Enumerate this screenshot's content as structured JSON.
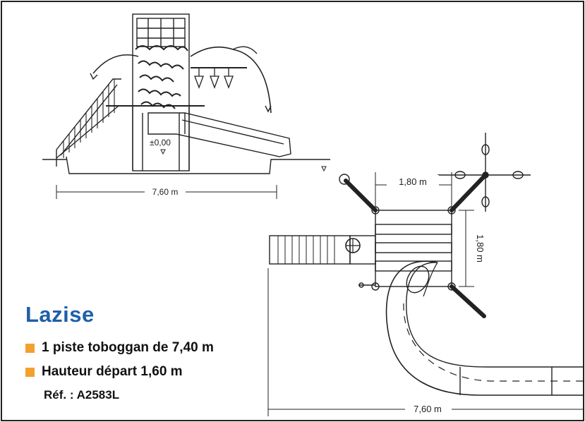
{
  "colors": {
    "bullet": "#f2a12e",
    "title": "#1f5fa8",
    "line": "#222222"
  },
  "product": {
    "name": "Lazise",
    "features": [
      "1 piste toboggan de 7,40 m",
      "Hauteur départ 1,60 m"
    ],
    "reference": "Réf. : A2583L"
  },
  "side_view": {
    "level_label": "±0,00",
    "width_label": "7,60 m"
  },
  "plan_view": {
    "top_label": "1,80 m",
    "side_label": "1,80 m",
    "width_label": "7,60 m"
  }
}
